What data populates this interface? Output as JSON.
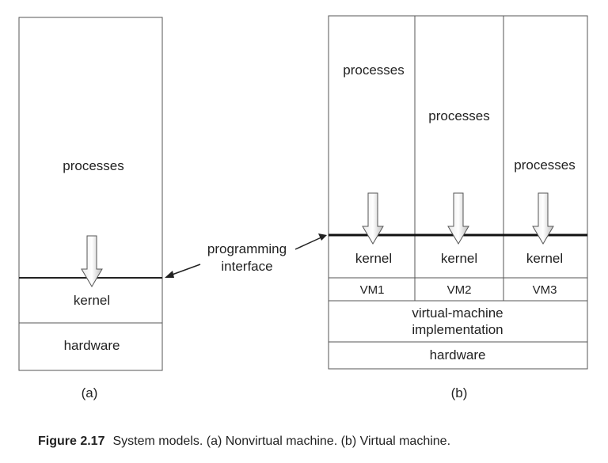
{
  "diagram_a": {
    "processes": "processes",
    "kernel": "kernel",
    "hardware": "hardware",
    "label": "(a)"
  },
  "diagram_b": {
    "columns": [
      {
        "processes": "processes",
        "kernel": "kernel",
        "vm": "VM1"
      },
      {
        "processes": "processes",
        "kernel": "kernel",
        "vm": "VM2"
      },
      {
        "processes": "processes",
        "kernel": "kernel",
        "vm": "VM3"
      }
    ],
    "vm_impl_line1": "virtual-machine",
    "vm_impl_line2": "implementation",
    "hardware": "hardware",
    "label": "(b)"
  },
  "programming_interface": {
    "line1": "programming",
    "line2": "interface"
  },
  "caption": {
    "figure": "Figure 2.17",
    "text": "System models. (a) Nonvirtual machine. (b) Virtual machine."
  }
}
